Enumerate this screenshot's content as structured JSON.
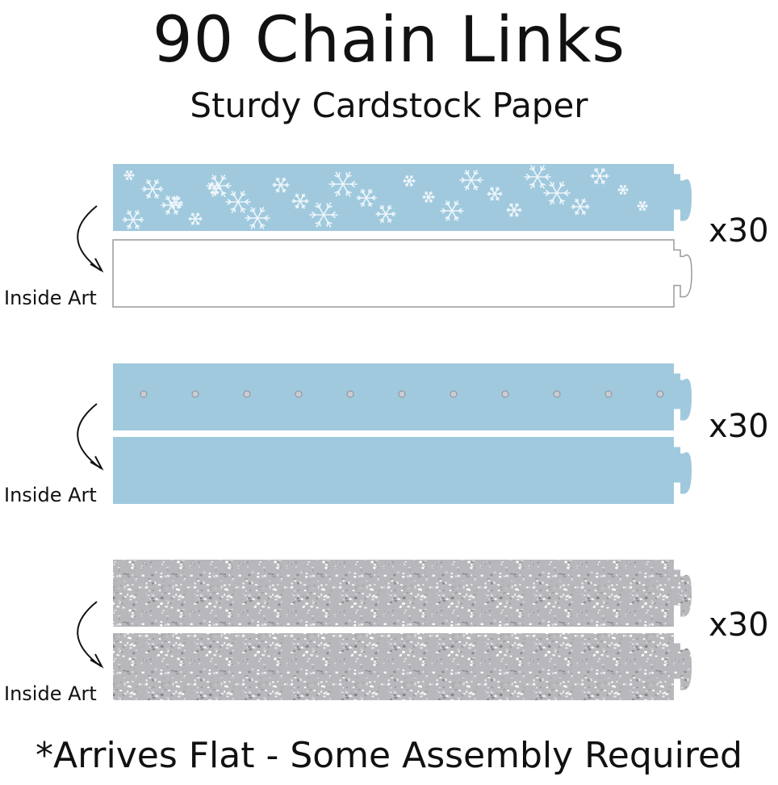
{
  "title": "90 Chain Links",
  "subtitle": "Sturdy Cardstock Paper",
  "groups": [
    {
      "count": "x30",
      "inside_label": "Inside Art",
      "front": "snowflake",
      "back": "white"
    },
    {
      "count": "x30",
      "inside_label": "Inside Art",
      "front": "blue-dots",
      "back": "blue"
    },
    {
      "count": "x30",
      "inside_label": "Inside Art",
      "front": "silver-glitter",
      "back": "silver-glitter"
    }
  ],
  "footer": "*Arrives Flat - Some Assembly Required",
  "colors": {
    "light_blue": "#a0c9dd",
    "silver": "#b8b8bc",
    "outline": "#9a9a9a"
  }
}
